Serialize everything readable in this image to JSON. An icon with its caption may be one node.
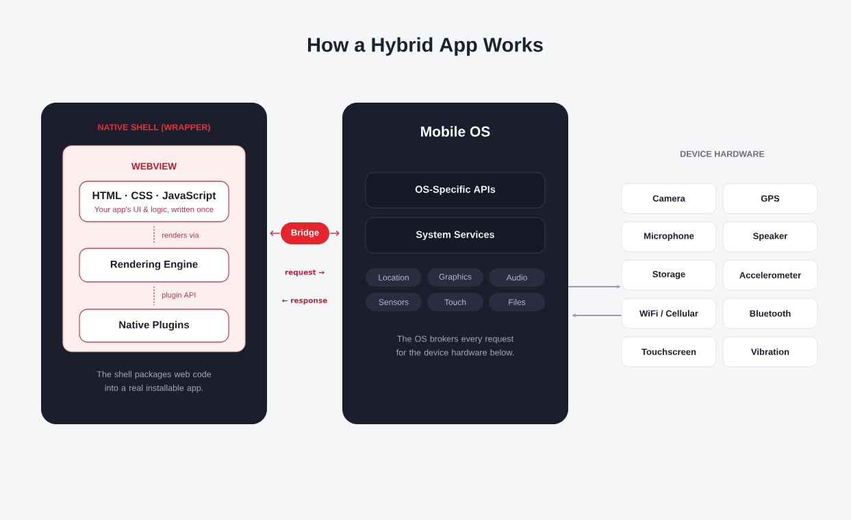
{
  "diagram": {
    "title": "How a Hybrid App Works",
    "nodes": [
      {
        "text": [
          "NATIVE SHELL (WRAPPER)",
          "The shell packages web code into a real installable app."
        ]
      },
      {
        "text": [
          "WEBVIEW"
        ],
        "in": 0
      },
      {
        "text": [
          "HTML · CSS · JavaScript",
          "Your app's UI & logic, written once"
        ],
        "in": 1
      },
      {
        "text": [
          "Rendering Engine"
        ],
        "in": 1
      },
      {
        "text": [
          "Native Plugins"
        ],
        "in": 1
      },
      {
        "text": [
          "Bridge"
        ]
      },
      {
        "text": [
          "Mobile OS",
          "The OS brokers every request for the device hardware below."
        ]
      },
      {
        "text": [
          "OS-Specific APIs"
        ],
        "in": 6
      },
      {
        "text": [
          "System Services"
        ],
        "in": 6
      },
      {
        "text": [
          "Location"
        ],
        "in": 6
      },
      {
        "text": [
          "Graphics"
        ],
        "in": 6
      },
      {
        "text": [
          "Audio"
        ],
        "in": 6
      },
      {
        "text": [
          "Sensors"
        ],
        "in": 6
      },
      {
        "text": [
          "Touch"
        ],
        "in": 6
      },
      {
        "text": [
          "Files"
        ],
        "in": 6
      },
      {
        "text": [
          "Camera"
        ]
      },
      {
        "text": [
          "GPS"
        ]
      },
      {
        "text": [
          "Microphone"
        ]
      },
      {
        "text": [
          "Speaker"
        ]
      },
      {
        "text": [
          "Storage"
        ]
      },
      {
        "text": [
          "Accelerometer"
        ]
      },
      {
        "text": [
          "WiFi / Cellular"
        ]
      },
      {
        "text": [
          "Bluetooth"
        ]
      },
      {
        "text": [
          "Touchscreen"
        ]
      },
      {
        "text": [
          "Vibration"
        ]
      }
    ],
    "edges": [
      {
        "from": 2,
        "to": 3,
        "arrow": "none",
        "style": "dashed",
        "label": "renders via"
      },
      {
        "from": 3,
        "to": 4,
        "arrow": "none",
        "style": "dashed",
        "label": "plugin API"
      },
      {
        "from": 5,
        "to": 0,
        "arrow": "to"
      },
      {
        "from": 5,
        "to": 6,
        "arrow": "to"
      },
      {
        "from": 6,
        "to": 19,
        "arrow": "to",
        "color": "#9a9cae"
      },
      {
        "from": 21,
        "to": 6,
        "arrow": "to",
        "color": "#9a9cae"
      }
    ],
    "labels": [
      "request →",
      "← response",
      "DEVICE HARDWARE"
    ]
  }
}
